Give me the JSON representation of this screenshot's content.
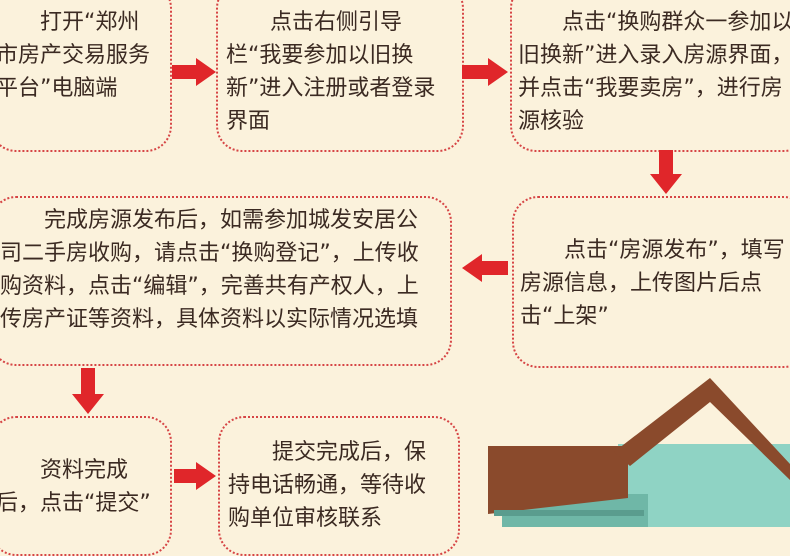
{
  "steps": {
    "s1": "打开“郑州市房产交易服务平台”电脑端",
    "s2": "点击右侧引导栏“我要参加以旧换新”进入注册或者登录界面",
    "s3": "点击“换购群众一参加以旧换新”进入录入房源界面，并点击“我要卖房”，进行房源核验",
    "s4": "点击“房源发布”，填写房源信息，上传图片后点击“上架”",
    "s5": "完成房源发布后，如需参加城发安居公司二手房收购，请点击“换购登记”，上传收购资料，点击“编辑”，完善共有产权人，上传房产证等资料，具体资料以实际情况选填",
    "s6": "资料完成后，点击“提交”",
    "s7": "提交完成后，保持电话畅通，等待收购单位审核联系"
  },
  "colors": {
    "background": "#fbf2dc",
    "border": "#d64545",
    "arrow": "#e0262a",
    "text": "#3b2a22",
    "roof": "#8a4a2c",
    "wall": "#8fd3c4"
  },
  "icons": {
    "arrow": "arrow-icon",
    "house": "house-illustration"
  }
}
